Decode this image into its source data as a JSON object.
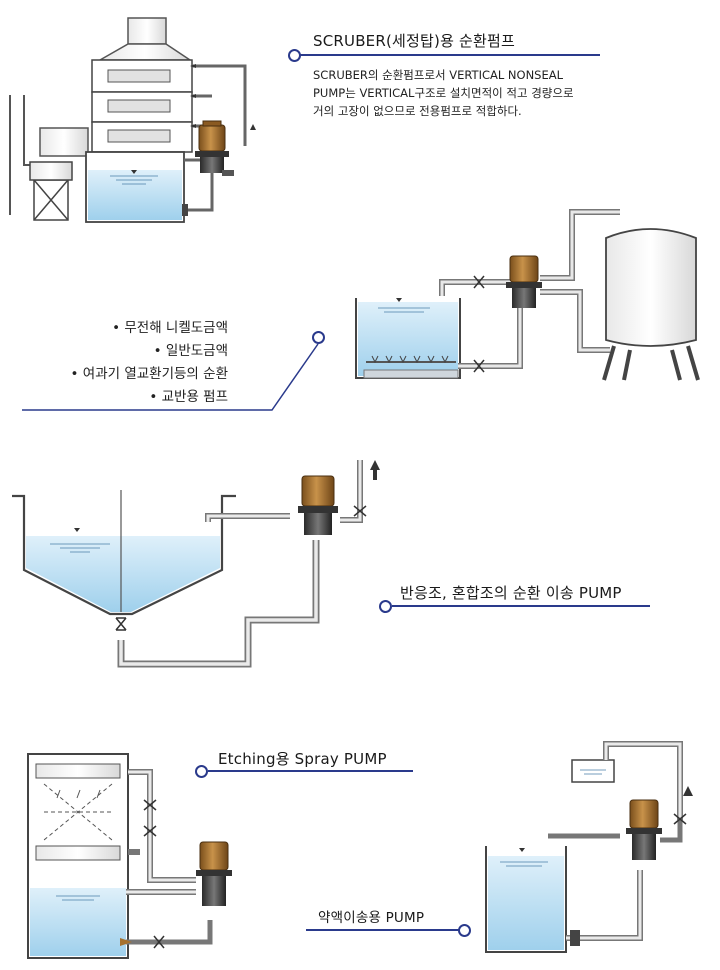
{
  "colors": {
    "accent": "#2a3a8c",
    "liquid": "#cfe6f3",
    "liquid_deep": "#9fd0ec",
    "pump": "#a6712e",
    "pipe": "#6b6b6b"
  },
  "sections": {
    "scrubber": {
      "title": "SCRUBER(세정탑)용 순환펌프",
      "desc_line1": "SCRUBER의 순환펌프로서  VERTICAL  NONSEAL",
      "desc_line2": "PUMP는  VERTICAL구조로  설치면적이  적고  경량으로",
      "desc_line3": "거의 고장이 없으므로 전용펌프로 적합하다."
    },
    "plating": {
      "items": [
        "• 무전해 니켈도금액",
        "• 일반도금액",
        "• 여과기 열교환기등의 순환",
        "• 교반용 펌프"
      ]
    },
    "reaction": {
      "title": "반응조, 혼합조의 순환 이송 PUMP"
    },
    "etching": {
      "title": "Etching용 Spray PUMP"
    },
    "chemical": {
      "title": "약액이송용 PUMP"
    }
  }
}
